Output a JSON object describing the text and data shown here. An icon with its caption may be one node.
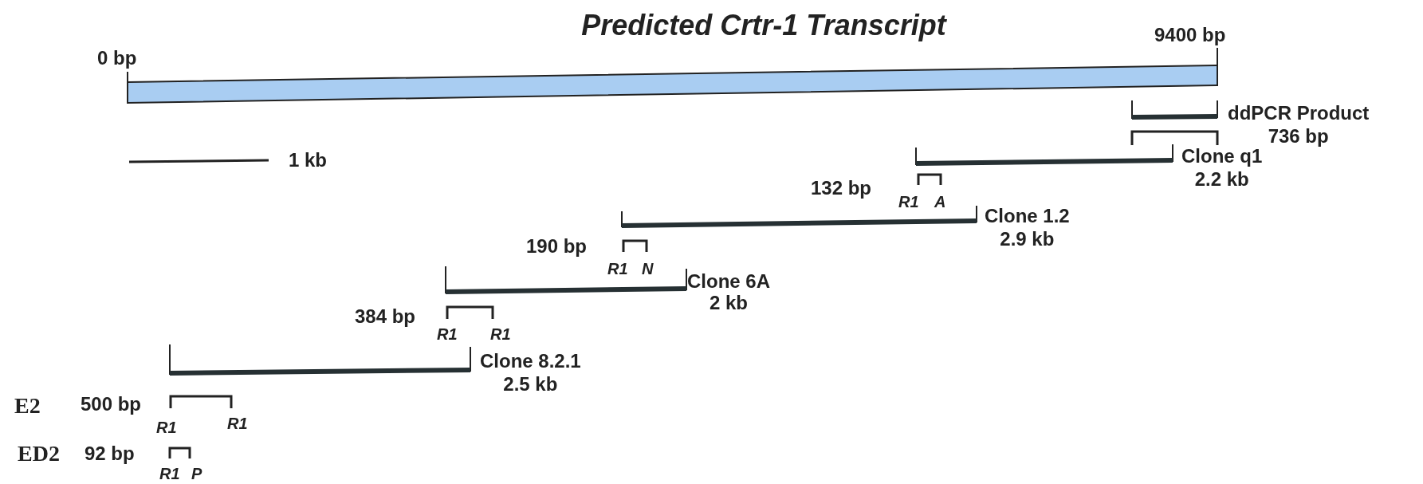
{
  "diagram": {
    "title": "Predicted Crtr-1 Transcript",
    "labels": [
      "0 bp",
      "9400 bp",
      "ddPCR Product 736 bp",
      "1 kb",
      "Clone q1 2.2 kb",
      "132 bp",
      "R1",
      "A",
      "Clone 1.2 2.9 kb",
      "190 bp",
      "R1",
      "N",
      "Clone 6A 2 kb",
      "384 bp",
      "R1",
      "R1",
      "Clone 8.2.1 2.5 kb",
      "E2",
      "500 bp",
      "R1",
      "R1",
      "ED2",
      "92 bp",
      "R1",
      "P"
    ]
  }
}
